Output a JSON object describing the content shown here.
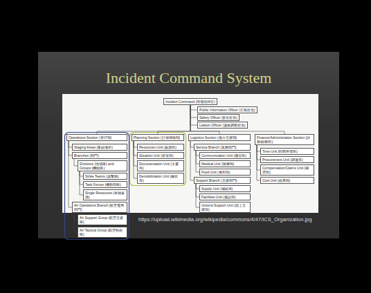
{
  "diagram": {
    "title": "Incident Command System",
    "nodes": [
      {
        "text": [
          "Incident Command (現場指揮官)"
        ]
      },
      {
        "text": [
          "Public Information Officer (広報担当)"
        ]
      },
      {
        "text": [
          "Safety Officer (安全担当)"
        ]
      },
      {
        "text": [
          "Liaison Officer (連絡調整担当)"
        ]
      },
      {
        "text": [
          "Operations Section (実行部)"
        ]
      },
      {
        "text": [
          "Staging Areas (集結場所)"
        ]
      },
      {
        "text": [
          "Branches (部門)"
        ]
      },
      {
        "text": [
          "Divisions (地域隊) and Groups (機能隊)"
        ]
      },
      {
        "text": [
          "Strike Teams (攻撃隊)"
        ]
      },
      {
        "text": [
          "Task Forces (機動部隊)"
        ]
      },
      {
        "text": [
          "Single Resources (単独資源)"
        ]
      },
      {
        "text": [
          "Air Operations Branch (航空運用部門)"
        ]
      },
      {
        "text": [
          "Air Support Group (航空支援隊)"
        ]
      },
      {
        "text": [
          "Air Tactical Group (航空戦術隊)"
        ]
      },
      {
        "text": [
          "Planning Section (計画情報部)"
        ]
      },
      {
        "text": [
          "Resources Unit (資源班)"
        ]
      },
      {
        "text": [
          "Situation Unit (状況班)"
        ]
      },
      {
        "text": [
          "Documentation Unit (文書班)"
        ]
      },
      {
        "text": [
          "Demobilization Unit (撤収班)"
        ]
      },
      {
        "text": [
          "Logistics Section (後方支援部)"
        ]
      },
      {
        "text": [
          "Service Branch (業務部門)"
        ]
      },
      {
        "text": [
          "Communication Unit (通信班)"
        ]
      },
      {
        "text": [
          "Medical Unit (医療班)"
        ]
      },
      {
        "text": [
          "Food Unit (食料班)"
        ]
      },
      {
        "text": [
          "Support Branch (支援部門)"
        ]
      },
      {
        "text": [
          "Supply Unit (補給班)"
        ]
      },
      {
        "text": [
          "Facilities Unit (施設班)"
        ]
      },
      {
        "text": [
          "Ground Support Unit (陸上支援班)"
        ]
      },
      {
        "text": [
          "Finance/Administration Section (財務/総務部)"
        ]
      },
      {
        "text": [
          "Time Unit (時間管理班)"
        ]
      },
      {
        "text": [
          "Procurement Unit (調達班)"
        ]
      },
      {
        "text": [
          "Compensation/Claims Unit (補償班)"
        ]
      },
      {
        "text": [
          "Cost Unit (経費班)"
        ]
      }
    ],
    "edges": [
      {
        "from": 0,
        "to": 1,
        "arrow": "none"
      },
      {
        "from": 0,
        "to": 2,
        "arrow": "none"
      },
      {
        "from": 0,
        "to": 3,
        "arrow": "none"
      },
      {
        "from": 0,
        "to": 4,
        "arrow": "none"
      },
      {
        "from": 0,
        "to": 14,
        "arrow": "none"
      },
      {
        "from": 0,
        "to": 19,
        "arrow": "none"
      },
      {
        "from": 0,
        "to": 28,
        "arrow": "none"
      },
      {
        "from": 4,
        "to": 5,
        "arrow": "none"
      },
      {
        "from": 4,
        "to": 6,
        "arrow": "none"
      },
      {
        "from": 4,
        "to": 11,
        "arrow": "none"
      },
      {
        "from": 6,
        "to": 7,
        "arrow": "none"
      },
      {
        "from": 7,
        "to": 8,
        "arrow": "none"
      },
      {
        "from": 7,
        "to": 9,
        "arrow": "none"
      },
      {
        "from": 7,
        "to": 10,
        "arrow": "none"
      },
      {
        "from": 11,
        "to": 12,
        "arrow": "none"
      },
      {
        "from": 11,
        "to": 13,
        "arrow": "none"
      },
      {
        "from": 14,
        "to": 15,
        "arrow": "none"
      },
      {
        "from": 14,
        "to": 16,
        "arrow": "none"
      },
      {
        "from": 14,
        "to": 17,
        "arrow": "none"
      },
      {
        "from": 14,
        "to": 18,
        "arrow": "none"
      },
      {
        "from": 19,
        "to": 20,
        "arrow": "none"
      },
      {
        "from": 19,
        "to": 24,
        "arrow": "none"
      },
      {
        "from": 20,
        "to": 21,
        "arrow": "none"
      },
      {
        "from": 20,
        "to": 22,
        "arrow": "none"
      },
      {
        "from": 20,
        "to": 23,
        "arrow": "none"
      },
      {
        "from": 24,
        "to": 25,
        "arrow": "none"
      },
      {
        "from": 24,
        "to": 26,
        "arrow": "none"
      },
      {
        "from": 24,
        "to": 27,
        "arrow": "none"
      },
      {
        "from": 28,
        "to": 29,
        "arrow": "none"
      },
      {
        "from": 28,
        "to": 30,
        "arrow": "none"
      },
      {
        "from": 28,
        "to": 31,
        "arrow": "none"
      },
      {
        "from": 28,
        "to": 32,
        "arrow": "none"
      }
    ],
    "labels": [
      "https://upload.wikimedia.org/wikipedia/commons/4/47/ICS_Organization.jpg"
    ]
  }
}
